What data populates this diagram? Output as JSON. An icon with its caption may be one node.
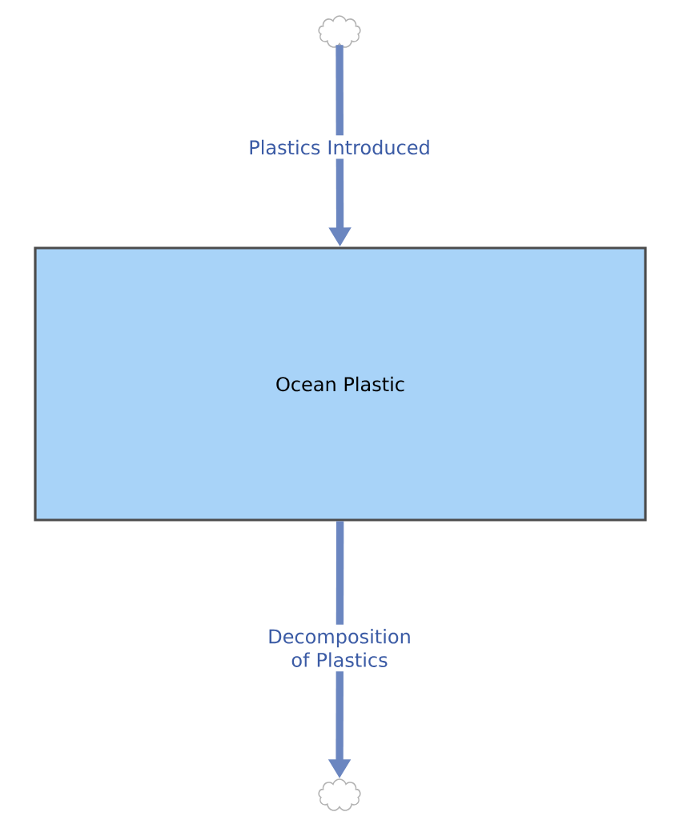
{
  "diagram": {
    "nodes": [
      {
        "text": [],
        "shape": "cloud"
      },
      {
        "text": [
          "Ocean Plastic"
        ]
      },
      {
        "text": [],
        "shape": "cloud"
      }
    ],
    "edges": [
      {
        "from": 0,
        "to": 1,
        "arrow": "to",
        "label": "Plastics Introduced"
      },
      {
        "from": 1,
        "to": 2,
        "arrow": "to",
        "label": "Decomposition of Plastics"
      }
    ]
  }
}
